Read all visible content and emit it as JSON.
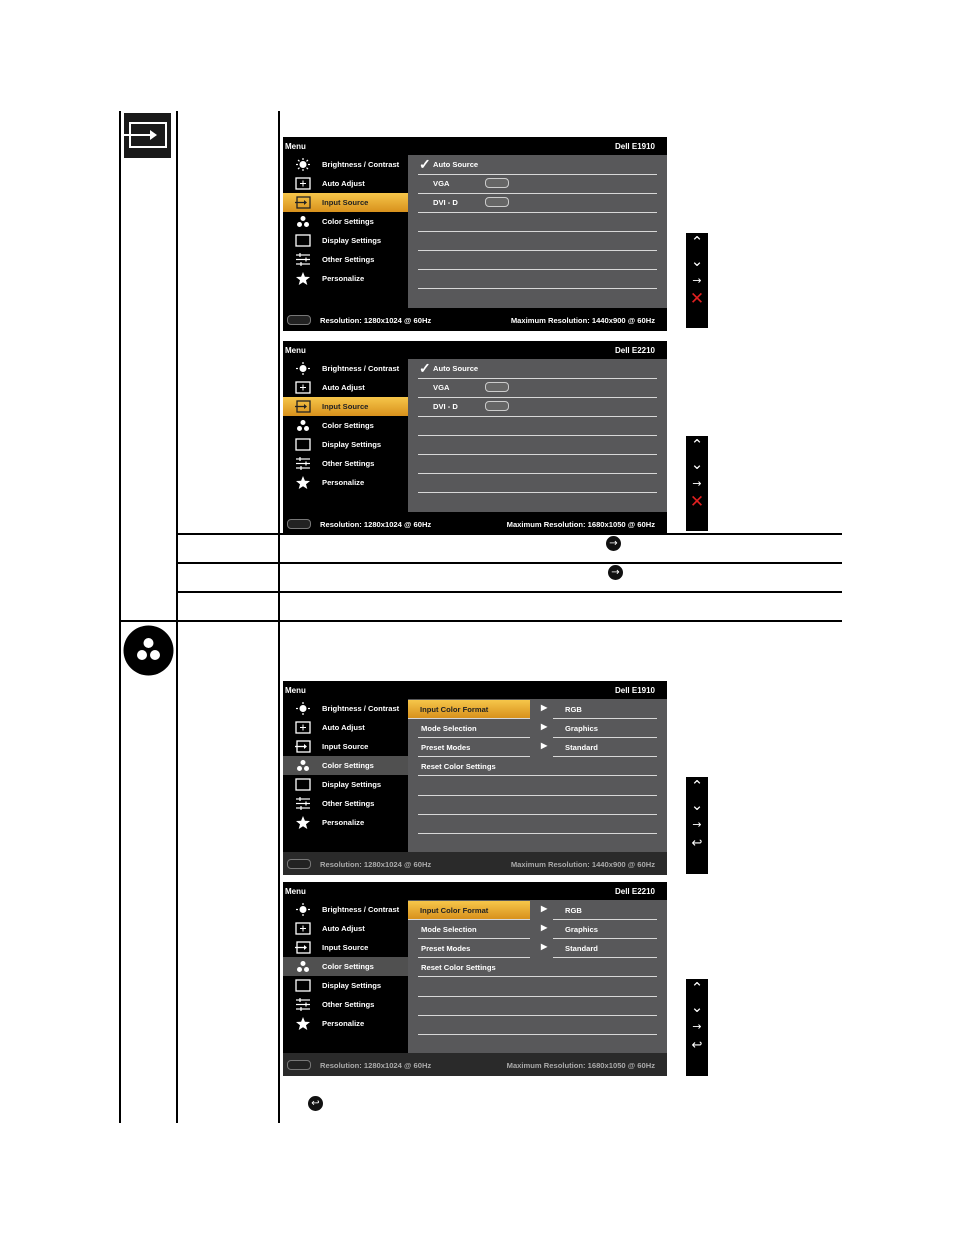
{
  "menu_items": [
    "Brightness / Contrast",
    "Auto Adjust",
    "Input Source",
    "Color Settings",
    "Display Settings",
    "Other Settings",
    "Personalize"
  ],
  "osd": {
    "title": "Menu",
    "resolution": "Resolution: 1280x1024 @ 60Hz"
  },
  "input_osd_1": {
    "model": "Dell  E1910",
    "max_resolution": "Maximum Resolution: 1440x900 @ 60Hz",
    "auto_source": "Auto Source",
    "vga": "VGA",
    "dvi": "DVI - D"
  },
  "input_osd_2": {
    "model": "Dell  E2210",
    "max_resolution": "Maximum Resolution: 1680x1050 @ 60Hz",
    "auto_source": "Auto Source",
    "vga": "VGA",
    "dvi": "DVI - D"
  },
  "color_osd_1": {
    "model": "Dell  E1910",
    "max_resolution": "Maximum Resolution: 1440x900 @ 60Hz",
    "rows": [
      "Input Color Format",
      "Mode Selection",
      "Preset Modes",
      "Reset Color Settings"
    ],
    "values": [
      "RGB",
      "Graphics",
      "Standard"
    ]
  },
  "color_osd_2": {
    "model": "Dell  E2210",
    "max_resolution": "Maximum Resolution: 1680x1050 @ 60Hz",
    "rows": [
      "Input Color Format",
      "Mode Selection",
      "Preset Modes",
      "Reset Color Settings"
    ],
    "values": [
      "RGB",
      "Graphics",
      "Standard"
    ]
  },
  "icons": {
    "input_source": "input-source-icon",
    "color_settings": "color-settings-icon",
    "up": "chevron-up-icon",
    "down": "chevron-down-icon",
    "enter": "arrow-right-icon",
    "exit": "close-icon",
    "back": "back-icon"
  },
  "colors": {
    "highlight": "#f0b53a",
    "panel": "#58585a",
    "exit_red": "#e02020"
  }
}
